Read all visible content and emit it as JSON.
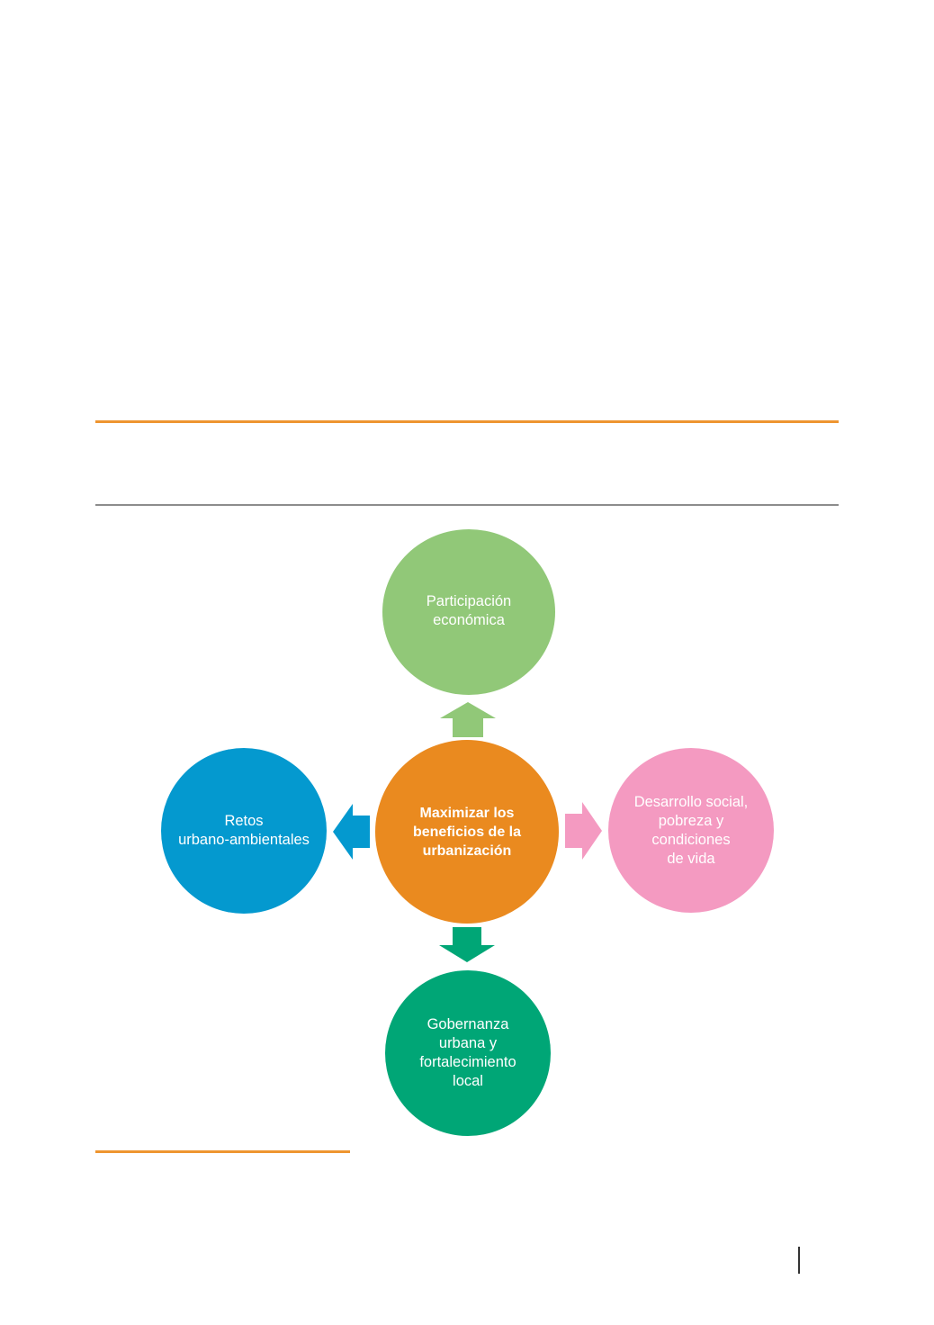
{
  "diagram": {
    "center": {
      "label": "Maximizar los\nbeneficios de la\nurbanización",
      "color": "#EA8A1F"
    },
    "top": {
      "label": "Participación\neconómica",
      "color": "#91C878"
    },
    "left": {
      "label": "Retos\nurbano-ambientales",
      "color": "#0499CF"
    },
    "right": {
      "label": "Desarrollo social,\npobreza  y\ncondiciones\nde vida",
      "color": "#F49AC1"
    },
    "bottom": {
      "label": "Gobernanza\nurbana y\nfortalecimiento\nlocal",
      "color": "#00A676"
    }
  },
  "colors": {
    "accent_rule": "#EE9530",
    "gray_rule": "#8C8C8C"
  }
}
